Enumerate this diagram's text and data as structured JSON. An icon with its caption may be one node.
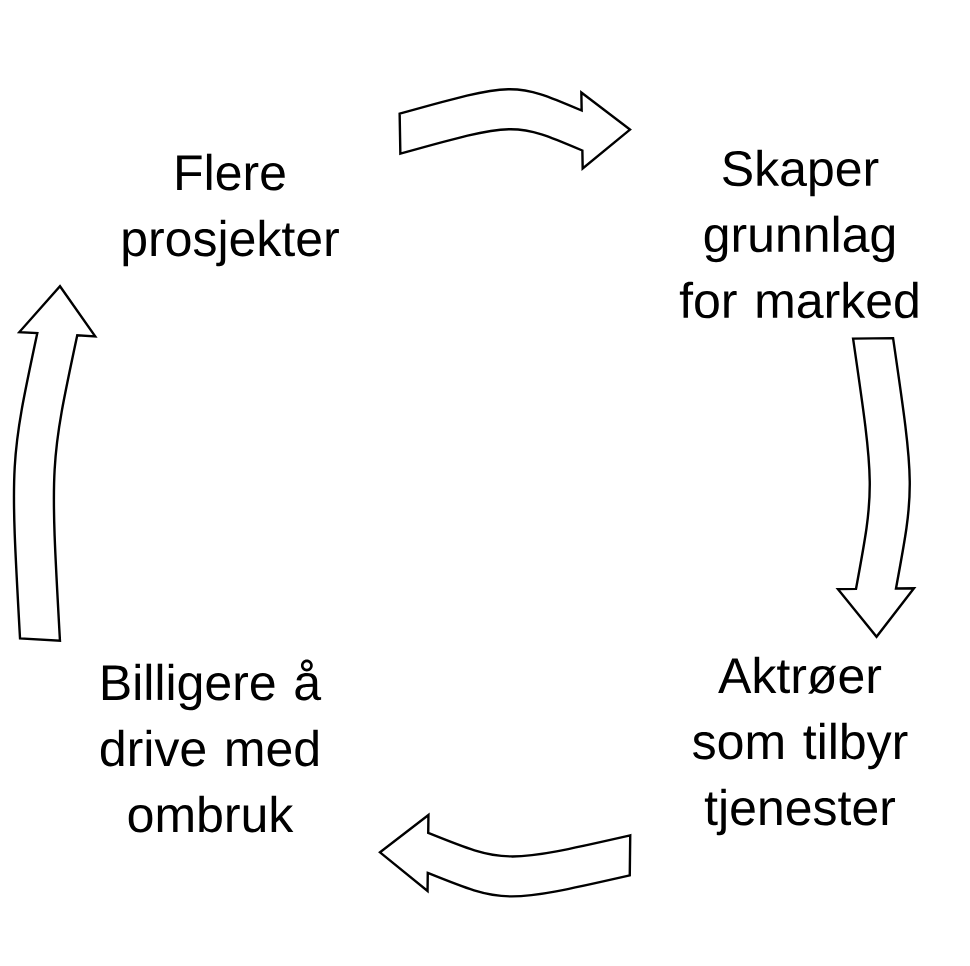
{
  "diagram": {
    "nodes": [
      {
        "text": [
          "Flere prosjekter"
        ]
      },
      {
        "text": [
          "Skaper grunnlag for marked"
        ]
      },
      {
        "text": [
          "Aktrøer som tilbyr tjenester"
        ]
      },
      {
        "text": [
          "Billigere å drive med ombruk"
        ]
      }
    ],
    "edges": [
      {
        "from": 0,
        "to": 1,
        "arrow": "to"
      },
      {
        "from": 1,
        "to": 2,
        "arrow": "to"
      },
      {
        "from": 2,
        "to": 3,
        "arrow": "to"
      },
      {
        "from": 3,
        "to": 0,
        "arrow": "to"
      }
    ]
  }
}
